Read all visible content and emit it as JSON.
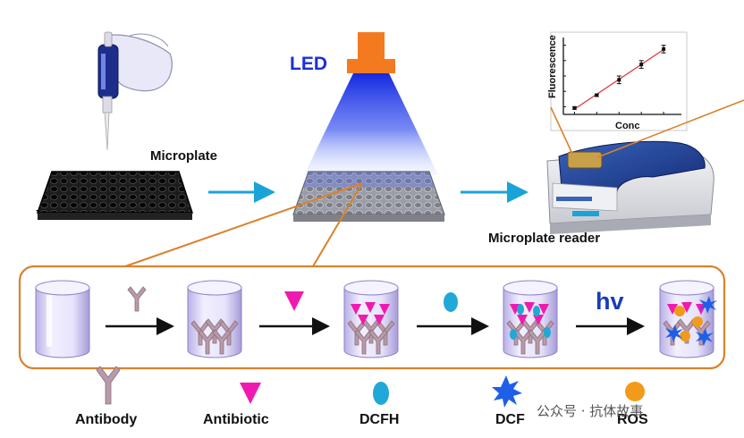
{
  "labels": {
    "microplate": "Microplate",
    "microplate_reader": "Microplate reader",
    "led": "LED",
    "hv": "hv"
  },
  "legend": {
    "antibody": "Antibody",
    "antibiotic": "Antibiotic",
    "dcfh": "DCFH",
    "dcf": "DCF",
    "ros": "ROS"
  },
  "watermark": "公众号 · 抗体故事",
  "colors": {
    "arrow_blue": "#1aa3d9",
    "orange_frame": "#d9822b",
    "antibody": "#b89aa8",
    "antibiotic": "#f01ab0",
    "dcfh": "#20a8d8",
    "dcf": "#1d5fe8",
    "ros": "#f39a1a",
    "led": "#f47a20",
    "trend_line": "#e03030"
  },
  "chart_data": {
    "type": "scatter",
    "xlabel": "Conc",
    "ylabel": "Fluorescence",
    "x": [
      1,
      2,
      3,
      4,
      5
    ],
    "y": [
      1.0,
      2.0,
      3.2,
      4.4,
      5.6
    ],
    "error": [
      0.1,
      0.1,
      0.3,
      0.3,
      0.3
    ],
    "trendline": "linear",
    "xlim": [
      0.5,
      5.8
    ],
    "ylim": [
      0.5,
      6.5
    ],
    "grid": false
  }
}
